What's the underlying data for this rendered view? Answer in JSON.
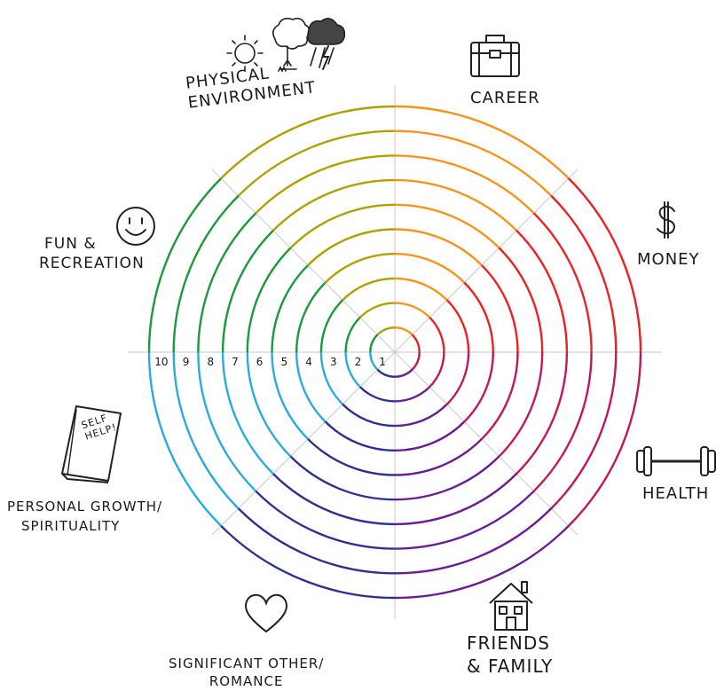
{
  "segments": [
    {
      "id": "career",
      "lines": [
        "CAREER"
      ],
      "icon": "briefcase-icon",
      "color": "#f7941d"
    },
    {
      "id": "money",
      "lines": [
        "MONEY"
      ],
      "icon": "dollar-sign-icon",
      "color": "#ed2124"
    },
    {
      "id": "health",
      "lines": [
        "HEALTH"
      ],
      "icon": "dumbbell-icon",
      "color": "#c2185b"
    },
    {
      "id": "friends_family",
      "lines": [
        "FRIENDS",
        "& FAMILY"
      ],
      "icon": "house-icon",
      "color": "#6a1b9a"
    },
    {
      "id": "significant_other",
      "lines": [
        "SIGNIFICANT OTHER/",
        "ROMANCE"
      ],
      "icon": "heart-icon",
      "color": "#2e3192"
    },
    {
      "id": "personal_growth",
      "lines": [
        "PERSONAL GROWTH/",
        "SPIRITUALITY"
      ],
      "icon": "book-icon",
      "color": "#29abe2"
    },
    {
      "id": "fun_recreation",
      "lines": [
        "FUN &",
        "RECREATION"
      ],
      "icon": "smiley-icon",
      "color": "#1a9a3a"
    },
    {
      "id": "physical_environment",
      "lines": [
        "PHYSICAL",
        "ENVIRONMENT"
      ],
      "icon": "sun-tree-rain-icon",
      "color": "#b0a000"
    }
  ],
  "book_text": [
    "SELF",
    "HELP!"
  ],
  "scale": [
    "10",
    "9",
    "8",
    "7",
    "6",
    "5",
    "4",
    "3",
    "2",
    "1"
  ],
  "ring_count": 10
}
